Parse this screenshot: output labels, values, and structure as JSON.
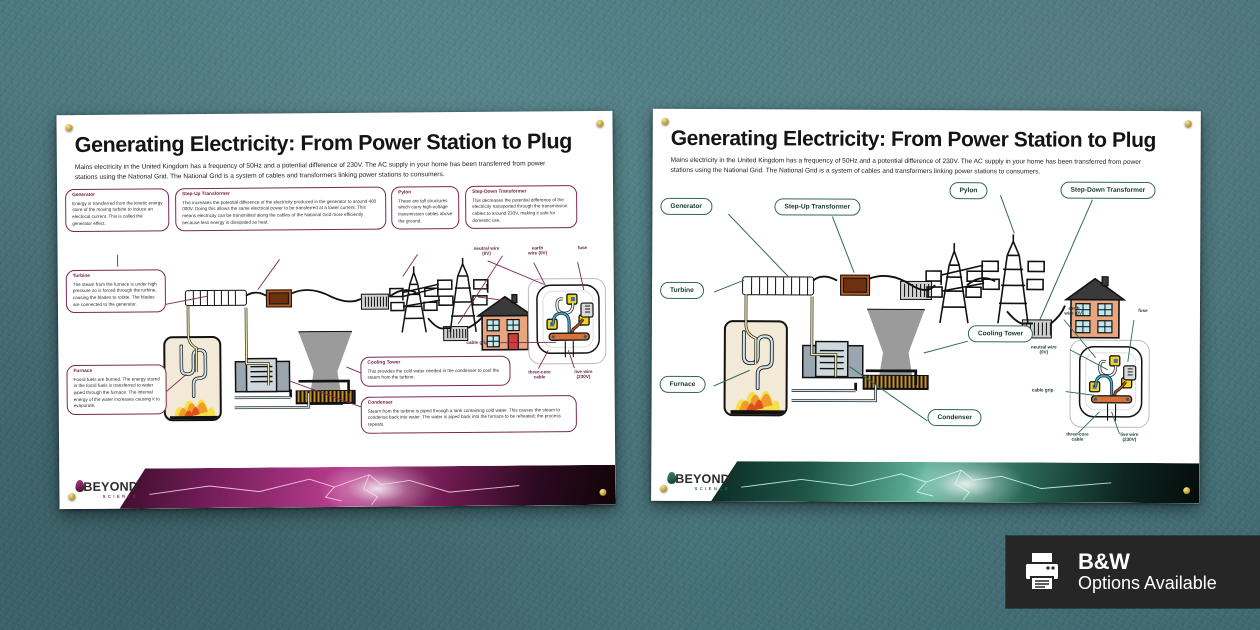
{
  "background": {
    "wall_color": "#4d7b83"
  },
  "posters": [
    {
      "id": "colour-version",
      "accent": "#7b2852",
      "title": "Generating Electricity: From Power Station to Plug",
      "intro": "Mains electricity in the United Kingdom has a frequency of 50Hz and a potential difference of 230V. The AC supply in your home has been transferred from power stations using the National Grid. The National Grid is a system of cables and transformers linking power stations to consumers.",
      "callouts": [
        {
          "title": "Generator",
          "body": "Energy is transferred from the kinetic energy store of the moving turbine to induce an electrical current. This is called the generator effect."
        },
        {
          "title": "Step-Up Transformer",
          "body": "This increases the potential difference of the electricity produced in the generator to around 400 000V. Doing this allows the same electrical power to be transferred at a lower current. This means electricity can be transmitted along the cables of the National Grid more efficiently because less energy is dissipated as heat."
        },
        {
          "title": "Pylon",
          "body": "These are tall structures which carry high-voltage transmission cables above the ground."
        },
        {
          "title": "Step-Down Transformer",
          "body": "This decreases the potential difference of the electricity transported through the transmission cables to around 230V, making it safe for domestic use."
        },
        {
          "title": "Turbine",
          "body": "The steam from the furnace is under high pressure so is forced through the turbine, causing the blades to rotate. The blades are connected to the generator."
        },
        {
          "title": "Furnace",
          "body": "Fossil fuels are burned. The energy stored in the fossil fuels is transferred to water piped through the furnace. The internal energy of the water increases causing it to evaporate."
        },
        {
          "title": "Cooling Tower",
          "body": "This provides the cold water needed in the condenser to cool the steam from the turbine."
        },
        {
          "title": "Condenser",
          "body": "Steam from the turbine is piped through a tank containing cold water. This causes the steam to condense back into water. The water is piped back into the furnace to be reheated; the process repeats."
        }
      ],
      "plug_labels": {
        "neutral": "neutral wire\n(0V)",
        "neutral_l1": "neutral wire",
        "neutral_l2": "(0V)",
        "earth_l1": "earth",
        "earth_l2": "wire (0V)",
        "fuse": "fuse",
        "cable_grip": "cable grip",
        "three_core_l1": "three-core",
        "three_core_l2": "cable",
        "live_l1": "live wire",
        "live_l2": "(230V)"
      },
      "logo": {
        "line1": "BEYOND",
        "line2": "SCIENCE"
      }
    },
    {
      "id": "labels-only-version",
      "accent": "#2f6b52",
      "title": "Generating Electricity: From Power Station to Plug",
      "intro": "Mains electricity in the United Kingdom has a frequency of 50Hz and a potential difference of 230V. The AC supply in your home has been transferred from power stations using the National Grid. The National Grid is a system of cables and transformers linking power stations to consumers.",
      "pill_labels": [
        "Generator",
        "Step-Up Transformer",
        "Pylon",
        "Step-Down Transformer",
        "Turbine",
        "Cooling Tower",
        "Furnace",
        "Condenser"
      ],
      "plug_labels": {
        "earth_l1": "earth",
        "earth_l2": "wire (0V)",
        "fuse": "fuse",
        "neutral_l1": "neutral wire",
        "neutral_l2": "(0V)",
        "cable_grip": "cable grip",
        "three_core_l1": "three-core",
        "three_core_l2": "cable",
        "live_l1": "live wire",
        "live_l2": "(230V)"
      },
      "logo": {
        "line1": "BEYOND",
        "line2": "SCIENCE"
      }
    }
  ],
  "badge": {
    "icon": "printer-icon",
    "line1": "B&W",
    "line2": "Options Available",
    "background": "#262626"
  }
}
